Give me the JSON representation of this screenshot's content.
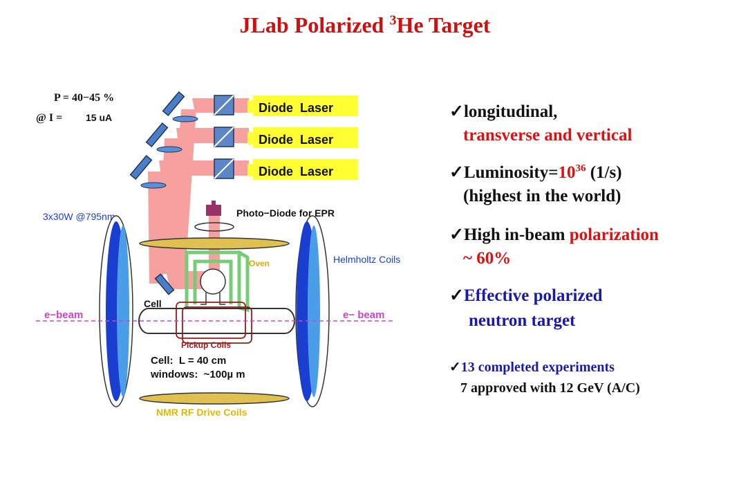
{
  "title": {
    "prefix": "JLab Polarized ",
    "sup": "3",
    "suffix": "He Target"
  },
  "diagram": {
    "polarization": "P = 40−45 %",
    "current_prefix": "@ I =",
    "current_value": "15 uA",
    "diode_laser": "Diode  Laser",
    "laser_power": "3x30W @795nm",
    "photodiode": "Photo−Diode for EPR",
    "oven": "Oven",
    "helmholtz": "Helmholtz Coils",
    "cell": "Cell",
    "beam_left": "e−beam",
    "beam_right": "e− beam",
    "pickup": "Pickup Coils",
    "cell_length": "Cell:  L = 40 cm",
    "windows": "windows:  ~100µ m",
    "nmr": "NMR RF Drive Coils",
    "colors": {
      "laser_box": "#ffff33",
      "beam_path": "#f7a0a0",
      "coil_blue": "#1a3fd0",
      "oven": "#88dd88",
      "title": "#cc1111"
    }
  },
  "bullets": {
    "b1_line1": "longitudinal,",
    "b1_line2": "transverse  and vertical",
    "b2_prefix": "Luminosity=",
    "b2_base": "10",
    "b2_exp": "36",
    "b2_suffix": " (1/s)",
    "b2_line2": "(highest in the world)",
    "b3_black": "High in-beam ",
    "b3_red": "polarization",
    "b3_line2": "~ 60%",
    "b4_line1": "Effective polarized",
    "b4_line2": "neutron  target",
    "b5_line1": "13 completed experiments",
    "b5_line2": "7 approved with 12 GeV (A/C)"
  }
}
